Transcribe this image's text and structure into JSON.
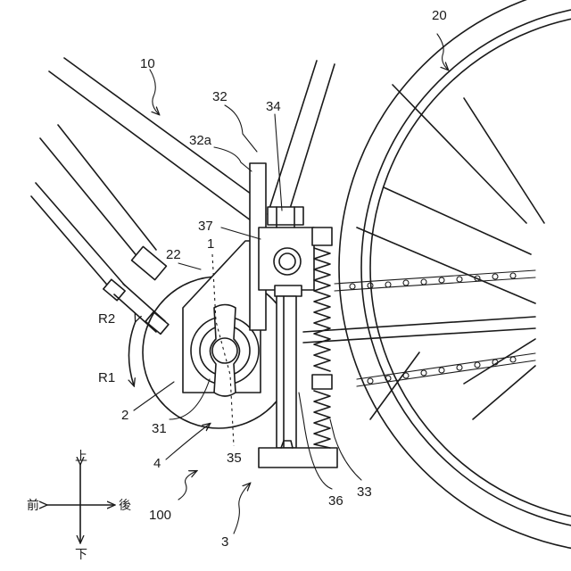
{
  "labels": {
    "frame": "10",
    "wheel": "20",
    "bracket_top": "32",
    "bracket_edge": "32a",
    "pin": "34",
    "plate": "37",
    "axis": "1",
    "disc": "22",
    "rot_r2": "R2",
    "rot_r1": "R1",
    "sprocket": "2",
    "knob": "31",
    "base": "4",
    "dashline": "35",
    "rod": "36",
    "spring": "33",
    "device": "100",
    "assembly": "3"
  },
  "compass": {
    "up": "上",
    "down": "下",
    "front": "前",
    "rear": "後"
  },
  "colors": {
    "ink": "#1a1a1a",
    "background": "#ffffff"
  }
}
